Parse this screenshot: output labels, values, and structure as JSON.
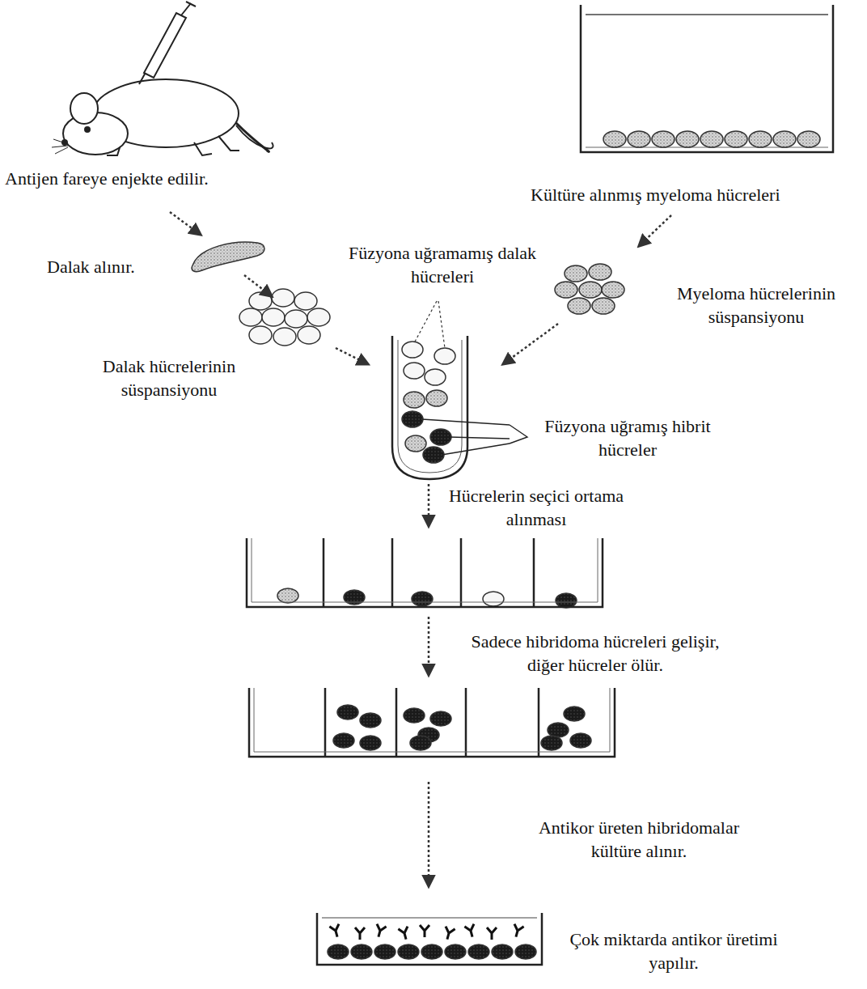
{
  "diagram": {
    "labels": [
      "Antijen fareye enjekte edilir.",
      "Kültüre alınmış myeloma hücreleri",
      "Dalak alınır.",
      "Füzyona uğramamış dalak hücreleri",
      "Myeloma hücrelerinin süspansiyonu",
      "Dalak hücrelerinin süspansiyonu",
      "Füzyona uğramış hibrit hücreler",
      "Hücrelerin seçici ortama alınması",
      "Sadece hibridoma hücreleri gelişir, diğer hücreler ölür.",
      "Antikor üreten hibridomalar kültüre alınır.",
      "Çok miktarda antikor üretimi yapılır."
    ]
  }
}
